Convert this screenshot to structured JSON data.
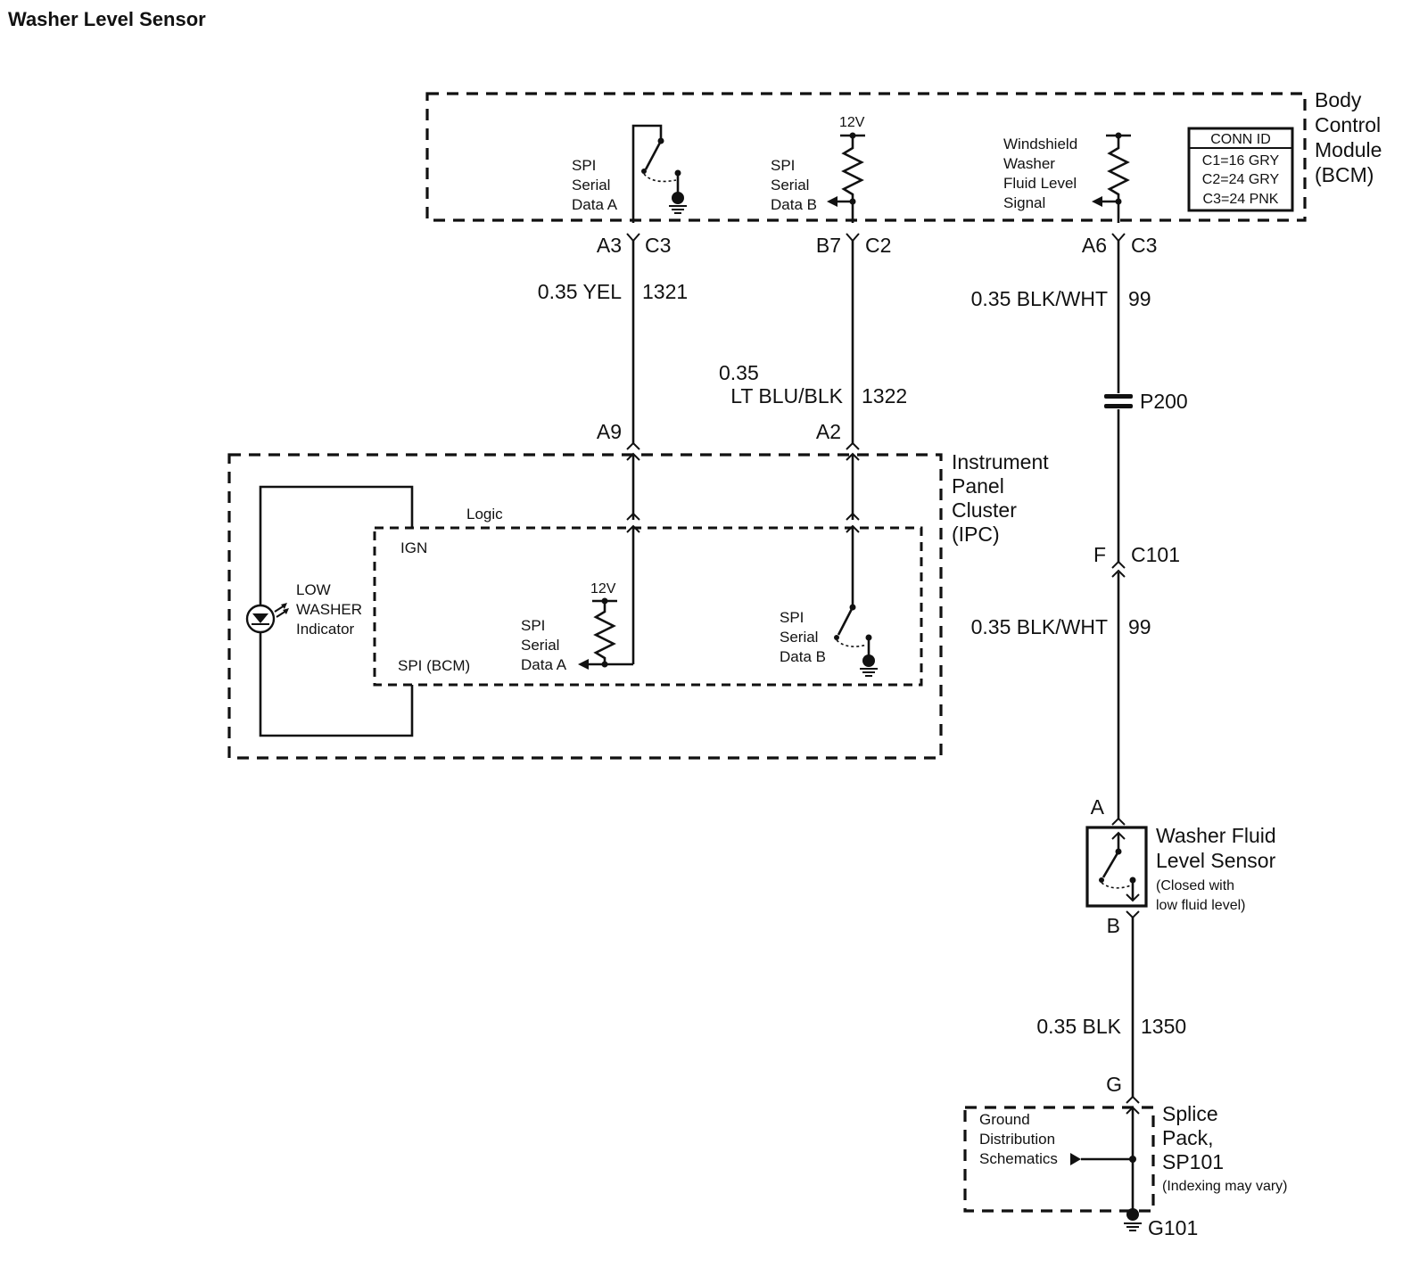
{
  "title": "Washer Level Sensor",
  "bcm": {
    "label_lines": [
      "Body",
      "Control",
      "Module",
      "(BCM)"
    ],
    "conn_id": {
      "header": "CONN ID",
      "rows": [
        "C1=16 GRY",
        "C2=24 GRY",
        "C3=24 PNK"
      ]
    },
    "spi_a_lines": [
      "SPI",
      "Serial",
      "Data A"
    ],
    "spi_b_lines": [
      "SPI",
      "Serial",
      "Data B"
    ],
    "supply_12v": "12V",
    "wwfl_lines": [
      "Windshield",
      "Washer",
      "Fluid Level",
      "Signal"
    ]
  },
  "pins": {
    "bcm_a3": "A3",
    "bcm_a3_conn": "C3",
    "bcm_b7": "B7",
    "bcm_b7_conn": "C2",
    "bcm_a6": "A6",
    "bcm_a6_conn": "C3",
    "ipc_a9": "A9",
    "ipc_a2": "A2",
    "c101_pin": "F",
    "c101_conn": "C101",
    "sensor_a": "A",
    "sensor_b": "B",
    "sp_g": "G"
  },
  "wires": {
    "w1321_gauge": "0.35 YEL",
    "w1321_circuit": "1321",
    "w1322_gauge_1": "0.35",
    "w1322_gauge_2": "LT BLU/BLK",
    "w1322_circuit": "1322",
    "w99_gauge_upper": "0.35 BLK/WHT",
    "w99_circuit_upper": "99",
    "w99_gauge_lower": "0.35 BLK/WHT",
    "w99_circuit_lower": "99",
    "w1350_gauge": "0.35 BLK",
    "w1350_circuit": "1350"
  },
  "p200": "P200",
  "ipc": {
    "label_lines": [
      "Instrument",
      "Panel",
      "Cluster",
      "(IPC)"
    ],
    "logic": "Logic",
    "ign": "IGN",
    "spi_bcm": "SPI (BCM)",
    "indicator_lines": [
      "LOW",
      "WASHER",
      "Indicator"
    ],
    "supply_12v": "12V",
    "spi_a_lines": [
      "SPI",
      "Serial",
      "Data A"
    ],
    "spi_b_lines": [
      "SPI",
      "Serial",
      "Data B"
    ]
  },
  "sensor": {
    "label_lines": [
      "Washer Fluid",
      "Level Sensor"
    ],
    "note_lines": [
      "(Closed with",
      "low fluid level)"
    ]
  },
  "splice": {
    "label_lines": [
      "Splice",
      "Pack,",
      "SP101"
    ],
    "note": "(Indexing may vary)",
    "ground_dist_lines": [
      "Ground",
      "Distribution",
      "Schematics"
    ]
  },
  "ground": "G101"
}
